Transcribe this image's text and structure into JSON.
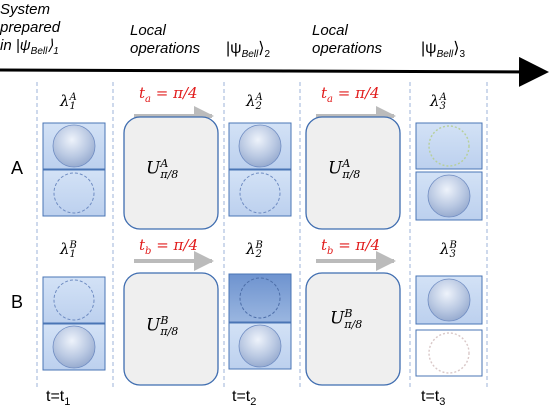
{
  "headers": {
    "system": {
      "line1": "System",
      "line2": "prepared",
      "line3": "in |ψ",
      "sub": "Bell",
      "close": "⟩",
      "idx": "1"
    },
    "local1": {
      "line1": "Local",
      "line2": "operations"
    },
    "bell2": {
      "text": "|ψ",
      "sub": "Bell",
      "close": "⟩",
      "idx": "2"
    },
    "local2": {
      "line1": "Local",
      "line2": "operations"
    },
    "bell3": {
      "text": "|ψ",
      "sub": "Bell",
      "close": "⟩",
      "idx": "3"
    }
  },
  "rows": {
    "a": {
      "label": "A"
    },
    "b": {
      "label": "B"
    }
  },
  "lambdas": {
    "a1": {
      "base": "λ",
      "sup": "A",
      "sub": "1"
    },
    "a2": {
      "base": "λ",
      "sup": "A",
      "sub": "2"
    },
    "a3": {
      "base": "λ",
      "sup": "A",
      "sub": "3"
    },
    "b1": {
      "base": "λ",
      "sup": "B",
      "sub": "1"
    },
    "b2": {
      "base": "λ",
      "sup": "B",
      "sub": "2"
    },
    "b3": {
      "base": "λ",
      "sup": "B",
      "sub": "3"
    }
  },
  "operators": {
    "a": {
      "base": "U",
      "sup": "A",
      "sub": "π/8"
    },
    "b": {
      "base": "U",
      "sup": "B",
      "sub": "π/8"
    }
  },
  "rates": {
    "ta": {
      "var": "t",
      "sub": "a",
      "rest": " = π/4"
    },
    "tb": {
      "var": "t",
      "sub": "b",
      "rest": " = π/4"
    }
  },
  "times": {
    "t1": {
      "base": "t=t",
      "sub": "1"
    },
    "t2": {
      "base": "t=t",
      "sub": "2"
    },
    "t3": {
      "base": "t=t",
      "sub": "3"
    }
  },
  "colors": {
    "cell_fill": "#c8daf2",
    "cell_fill_dark": "#7fa2d8",
    "cell_stroke": "#4a75b5",
    "op_fill": "#efefef",
    "op_stroke": "#3f6db0",
    "arrow_gray": "#bbbbbb",
    "rate_red": "#e11b1b",
    "dash_line": "#9db3d8"
  }
}
